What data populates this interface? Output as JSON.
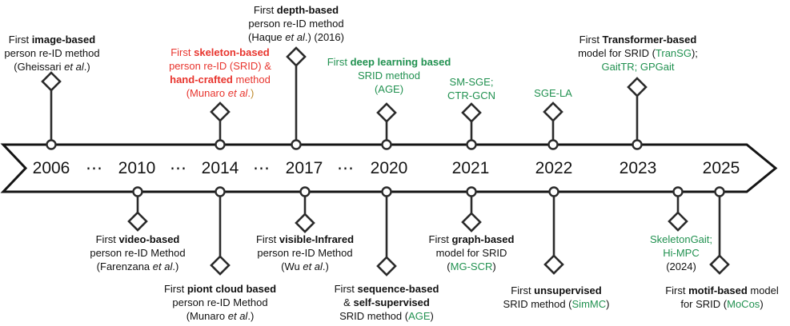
{
  "figure": {
    "description_label": "Timeline of person re-identification milestones"
  },
  "colors": {
    "text": "#111111",
    "red": "#e8352e",
    "green": "#219150",
    "gold": "#bf8b2e",
    "line": "#2b2b2b"
  },
  "timeline": {
    "gap_label": "⋯",
    "years": [
      "2006",
      "2010",
      "2014",
      "2017",
      "2020",
      "2021",
      "2022",
      "2023",
      "2025"
    ]
  },
  "ann": {
    "t2006": {
      "l1a": "First ",
      "l1b": "image-based",
      "l2": "person re-ID method",
      "l3a": "(Gheissari ",
      "l3b": "et al",
      "l3c": ".)"
    },
    "t2014": {
      "l1a": "First ",
      "l1b": "skeleton-based",
      "l2": "person re-ID (SRID) &",
      "l3a": "hand-crafted",
      "l3b": " method",
      "l4a": "(Munaro ",
      "l4b": "et al",
      "l4c": ".",
      "l4d": ")"
    },
    "t2016": {
      "l1a": "First ",
      "l1b": "depth-based",
      "l2": "person re-ID method",
      "l3a": "(Haque ",
      "l3b": "et al",
      "l3c": ".) (2016)"
    },
    "t2020": {
      "l1a": "First ",
      "l1b": "deep learning based",
      "l2": "SRID method",
      "l3": "(AGE)"
    },
    "t2021": {
      "l1": "SM-SGE;",
      "l2": "CTR-GCN"
    },
    "t2022": {
      "l1": "SGE-LA"
    },
    "t2023": {
      "l1a": "First ",
      "l1b": "Transformer-based",
      "l2a": "model for SRID (",
      "l2b": "TranSG",
      "l2c": ");",
      "l3": "GaitTR; GPGait"
    },
    "b2010": {
      "l1a": "First ",
      "l1b": "video-based",
      "l2": "person re-ID Method",
      "l3a": "(Farenzana ",
      "l3b": "et al",
      "l3c": ".)"
    },
    "b2014": {
      "l1a": "First ",
      "l1b": "piont cloud based",
      "l2": "person re-ID Method",
      "l3a": "(Munaro ",
      "l3b": "et al",
      "l3c": ".)"
    },
    "b2017": {
      "l1a": "First ",
      "l1b": "visible-Infrared",
      "l2": "person re-ID Method",
      "l3a": "(Wu ",
      "l3b": "et al",
      "l3c": ".)"
    },
    "b2020": {
      "l1a": "First ",
      "l1b": "sequence-based",
      "l2a": "& ",
      "l2b": "self-supervised",
      "l3a": "SRID method (",
      "l3b": "AGE",
      "l3c": ")"
    },
    "b2021": {
      "l1a": "First ",
      "l1b": "graph-based",
      "l2": "model for SRID",
      "l3a": "(",
      "l3b": "MG-SCR",
      "l3c": ")"
    },
    "b2022": {
      "l1a": "First ",
      "l1b": "unsupervised",
      "l2a": "SRID method (",
      "l2b": "SimMC",
      "l2c": ")"
    },
    "b2024": {
      "l1": "SkeletonGait;",
      "l2": "Hi-MPC",
      "l3": "(2024)"
    },
    "b2025": {
      "l1a": "First ",
      "l1b": "motif-based",
      "l1c": " model",
      "l2a": "for SRID (",
      "l2b": "MoCos",
      "l2c": ")"
    }
  }
}
